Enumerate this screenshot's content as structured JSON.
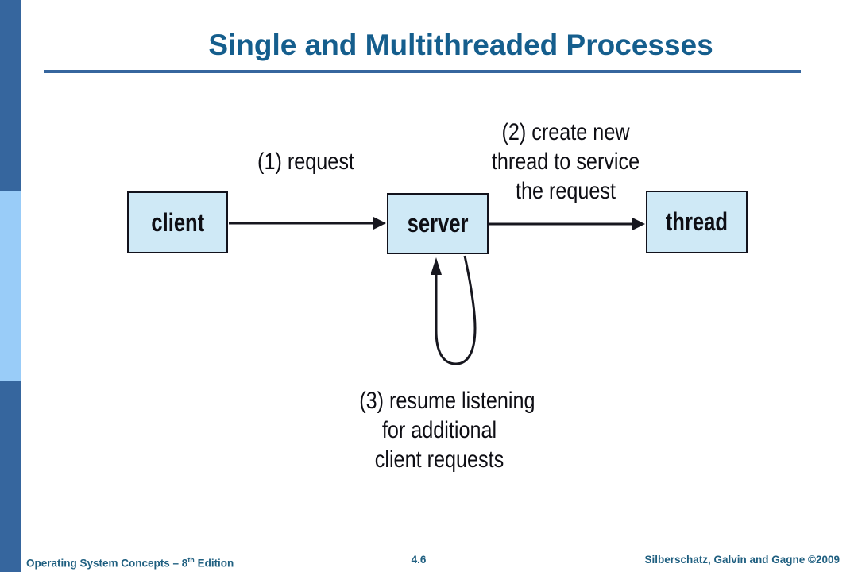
{
  "slide": {
    "title": "Single and Multithreaded Processes",
    "page_number": "4.6",
    "footer_left": {
      "prefix": "Operating System Concepts – 8",
      "superscript": "th",
      "suffix": " Edition"
    },
    "footer_right": "Silberschatz, Galvin and Gagne ©2009"
  },
  "diagram": {
    "boxes": [
      {
        "id": "client",
        "label": "client"
      },
      {
        "id": "server",
        "label": "server"
      },
      {
        "id": "thread",
        "label": "thread"
      }
    ],
    "annotations": {
      "step1": {
        "lines": [
          "(1) request"
        ]
      },
      "step2": {
        "lines": [
          "(2) create new",
          "thread to service",
          "the request"
        ]
      },
      "step3": {
        "lines": [
          "(3) resume listening",
          "for additional",
          "client requests"
        ]
      }
    }
  },
  "colors": {
    "accent_dark_blue": "#36669E",
    "accent_light_blue": "#99CCF8",
    "title_blue": "#155E8D",
    "footer_teal": "#1F5F80",
    "box_fill": "#CFE9F6",
    "box_border": "#12121C",
    "diagram_ink": "#0E0E14"
  }
}
